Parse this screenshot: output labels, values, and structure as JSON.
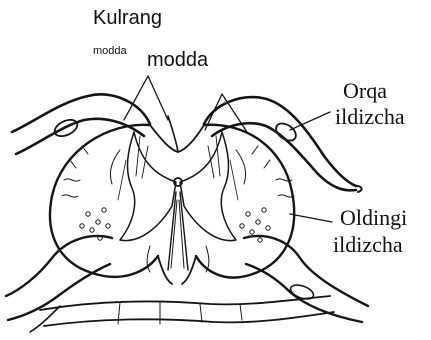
{
  "labels": {
    "grey_matter_line1": "Kulrang",
    "grey_matter_small": "modda",
    "grey_matter_line2": "modda",
    "dorsal_root_line1": "Orqa",
    "dorsal_root_line2": "ildizcha",
    "ventral_root_line1": "Oldingi",
    "ventral_root_line2": "ildizcha"
  },
  "colors": {
    "ink": "#151515",
    "background": "#ffffff"
  }
}
